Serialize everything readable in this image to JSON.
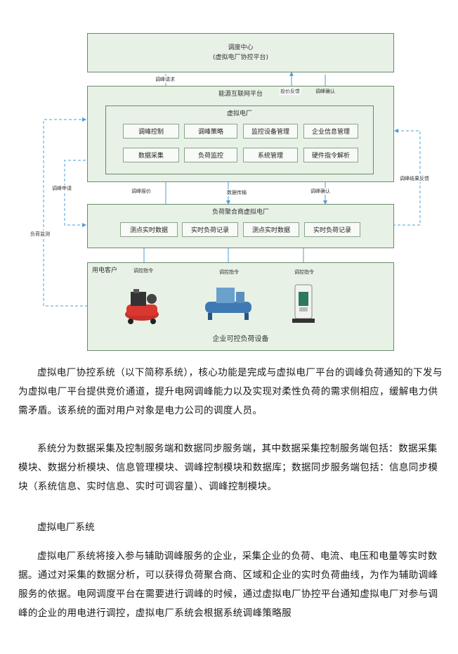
{
  "diagram": {
    "dispatch_center": {
      "title": "调度中心",
      "subtitle": "(虚拟电厂协控平台)"
    },
    "energy_platform": {
      "title": "能源互联网平台"
    },
    "vpp": {
      "title": "虚拟电厂",
      "modules": [
        "调峰控制",
        "调峰策略",
        "监控设备管理",
        "企业信息管理",
        "数据采集",
        "负荷监控",
        "系统管理",
        "硬件指令解析"
      ]
    },
    "aggregator": {
      "title": "负荷聚合商虚拟电厂",
      "modules": [
        "测点实时数据",
        "实时负荷记录",
        "测点实时数据",
        "实时负荷记录"
      ]
    },
    "customer": {
      "title": "用电客户",
      "caption": "企业可控负荷设备",
      "device_names": [
        "compressor-device",
        "chiller-device",
        "charging-pile-device"
      ]
    },
    "labels": {
      "peak_request": "调峰请求",
      "bid_feedback": "投价反馈",
      "peak_confirm_top": "调峰确认",
      "peak_apply": "调峰申请",
      "load_monitor": "负荷监测",
      "peak_bid": "调峰报价",
      "data_transfer": "数据传输",
      "peak_confirm_mid": "调峰确认",
      "result_feedback": "调峰结果反馈",
      "control_cmd": "调控指令"
    }
  },
  "text": {
    "para1": "虚拟电厂协控系统（以下简称系统），核心功能是完成与虚拟电厂平台的调峰负荷通知的下发与为虚拟电厂平台提供竞价通道，提升电网调峰能力以及实现对柔性负荷的需求侧相应，缓解电力供需矛盾。该系统的面对用户对象是电力公司的调度人员。",
    "para2": "系统分为数据采集及控制服务端和数据同步服务端，其中数据采集控制服务端包括：数据采集模块、数据分析模块、信息管理模块、调峰控制模块和数据库；数据同步服务端包括：信息同步模块（系统信息、实时信息、实时可调容量）、调峰控制模块。",
    "heading": "虚拟电厂系统",
    "para3": "虚拟电厂系统将接入参与辅助调峰服务的企业，采集企业的负荷、电流、电压和电量等实时数据。通过对采集的数据分析，可以获得负荷聚合商、区域和企业的实时负荷曲线，为作为辅助调峰服务的依据。电网调度平台在需要进行调峰的时候，通过虚拟电厂协控平台通知虚拟电厂对参与调峰的企业的用电进行调控，虚拟电厂系统会根据系统调峰策略服"
  },
  "colors": {
    "box_fill": "#e7f1e6",
    "box_border": "#6a8a6a",
    "arrow": "#4a9fd8"
  }
}
